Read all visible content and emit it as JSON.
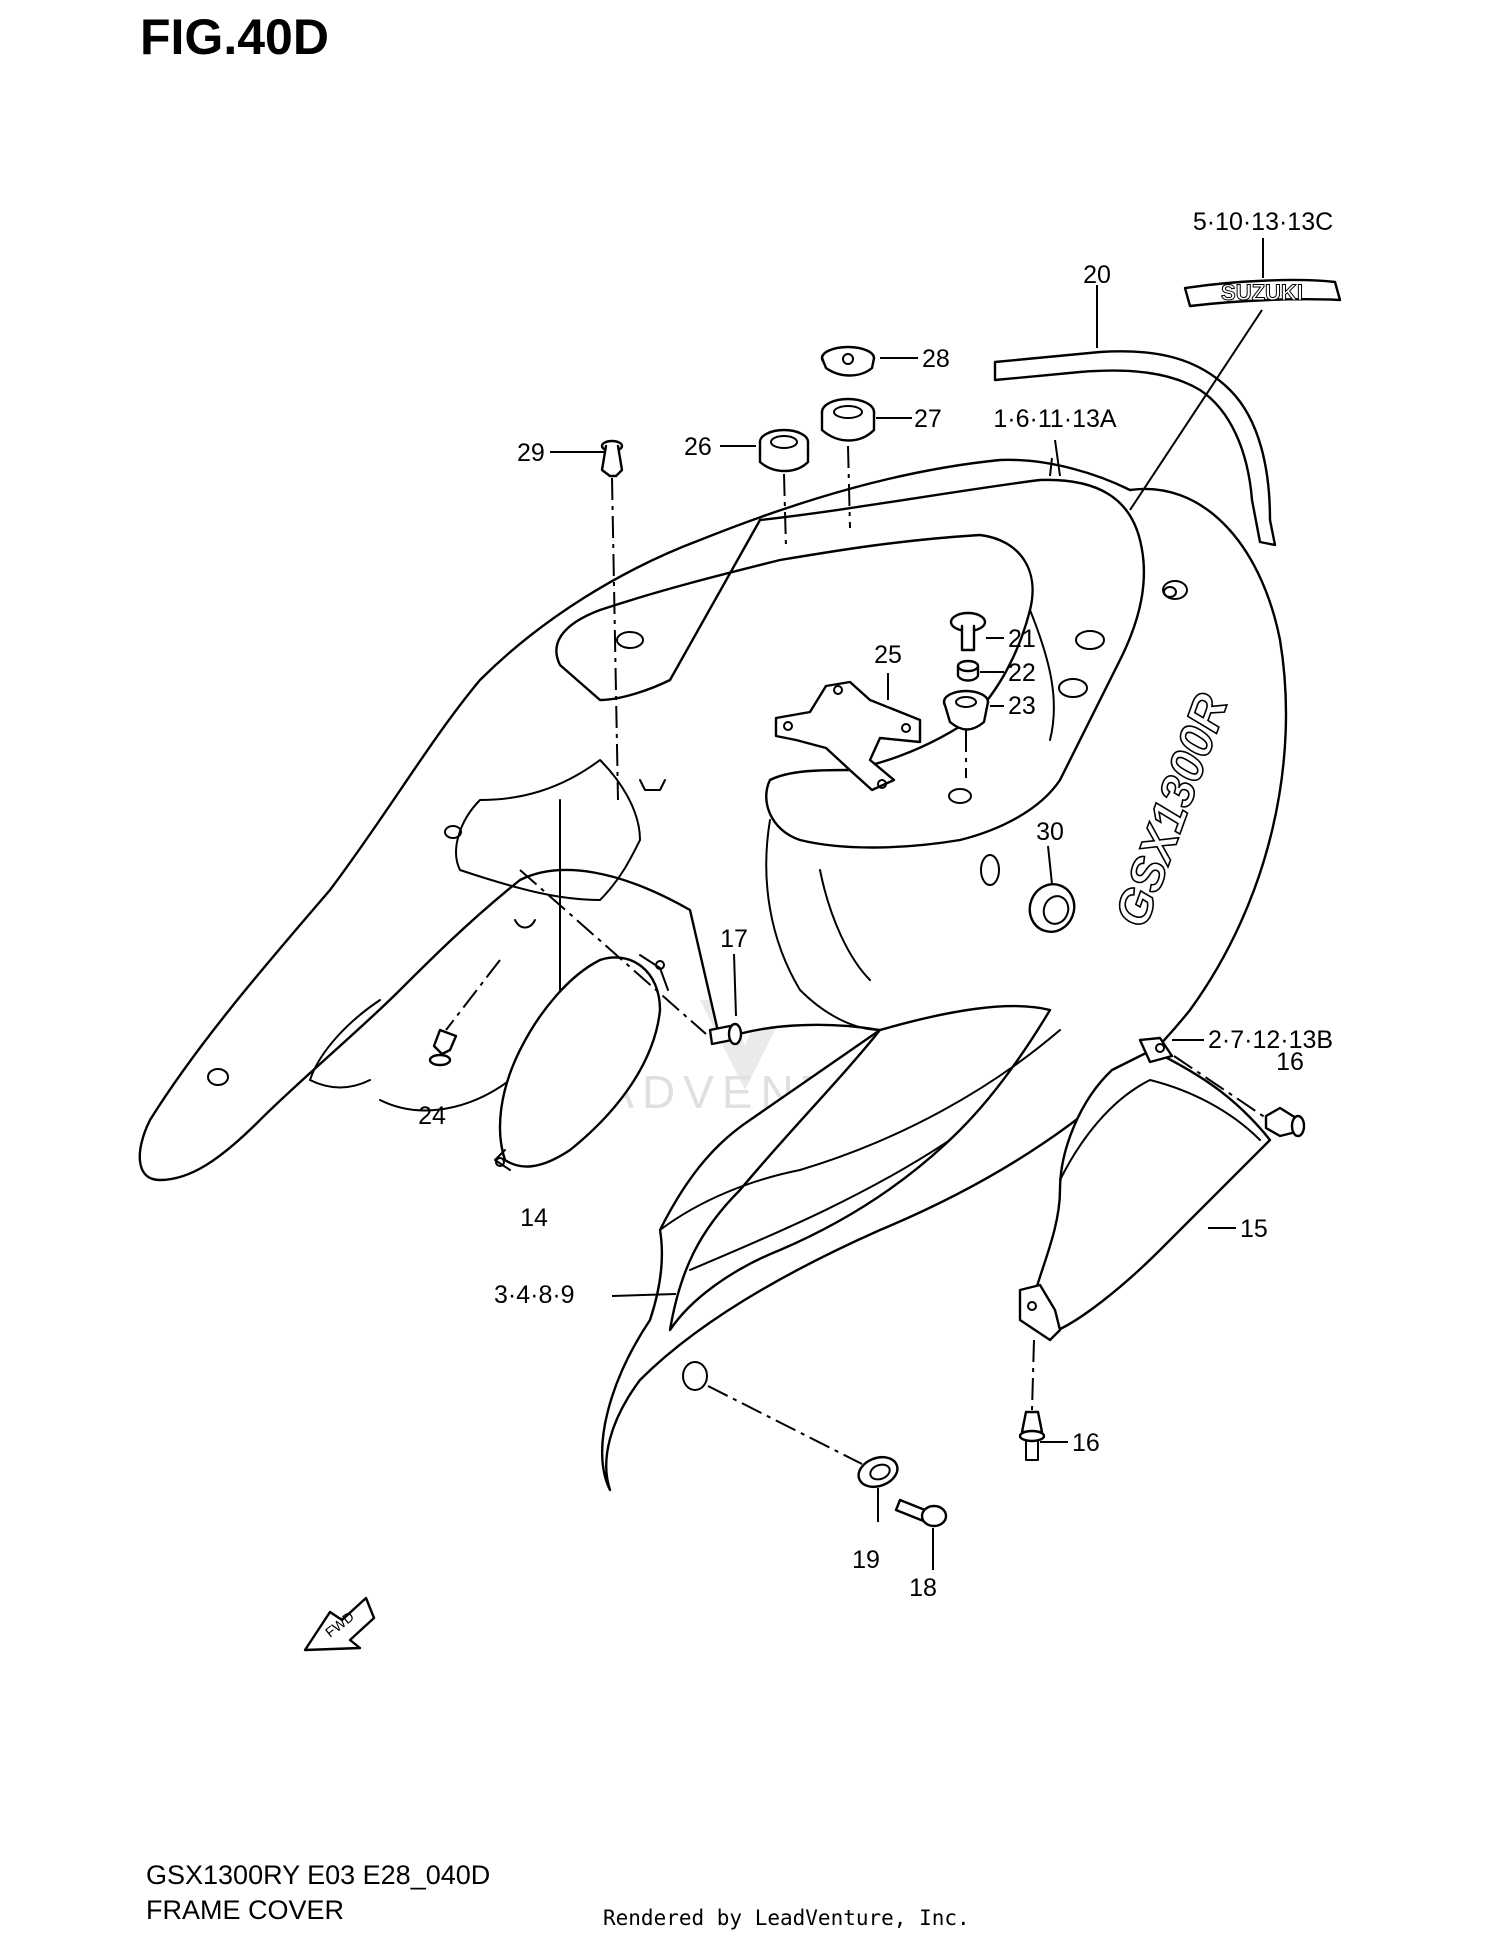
{
  "figure_title": "FIG.40D",
  "model_code": "GSX1300RY E03 E28_040D",
  "section_name": "FRAME COVER",
  "credit": "Rendered by LeadVenture, Inc.",
  "watermark": "LEADVENTURE",
  "fwd_label": "FWD",
  "decal_texts": {
    "emblem": "SUZUKI",
    "side": "GSX1300R"
  },
  "callouts": {
    "c_5_10_13_13c": "5·10·13·13C",
    "c_20": "20",
    "c_28": "28",
    "c_27": "27",
    "c_1_6_11_13a": "1·6·11·13A",
    "c_29": "29",
    "c_26": "26",
    "c_21": "21",
    "c_22": "22",
    "c_25": "25",
    "c_23": "23",
    "c_30": "30",
    "c_17": "17",
    "c_2_7_12_13b": "2·7·12·13B",
    "c_16_top": "16",
    "c_24": "24",
    "c_14": "14",
    "c_15": "15",
    "c_3_4_8_9": "3·4·8·9",
    "c_16_bottom": "16",
    "c_19": "19",
    "c_18": "18"
  }
}
